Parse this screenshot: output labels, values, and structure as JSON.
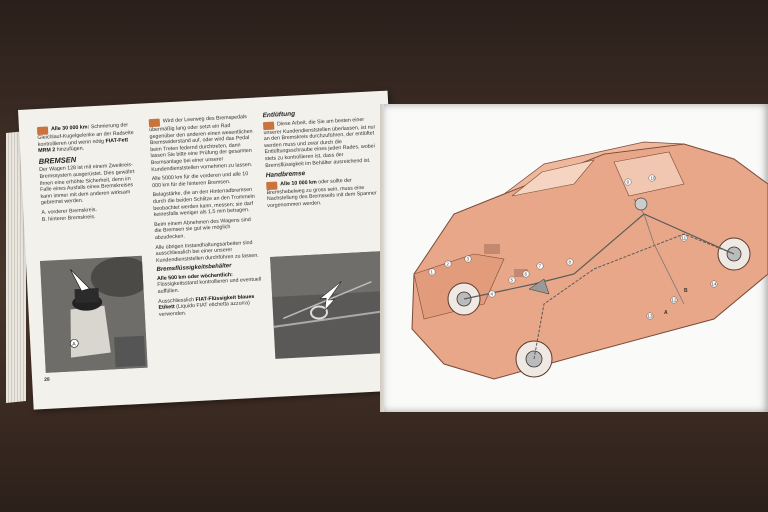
{
  "left_page": {
    "col1": {
      "intro_bold": "Alle 30 000 km:",
      "intro_text": "Schmierung der Gleichlauf-Kugelgelenke an der Radseite kontrollieren und wenn nötig",
      "intro_fett": "FIAT-Fett MRM 2",
      "intro_tail": "hinzufügen.",
      "heading": "BREMSEN",
      "para": "Der Wagen 128 ist mit einem Zweikreis-Bremssystem ausgerüstet. Dies gewährt Ihnen eine erhöhte Sicherheit, denn im Falle eines Ausfalls eines Bremskreises kann immer mit dem anderen wirksam gebremst werden.",
      "item_a": "A. vorderer Bremskreis.",
      "item_b": "B. hinterer Bremskreis.",
      "page_number": "28",
      "photo_label": "A"
    },
    "col2": {
      "para1": "Wird der Leerweg des Bremspedals übermäßig lang oder setzt ein Rad gegenüber den anderen einen wesentlichen Bremswiderstand auf, oder wird das Pedal beim Treten federnd durchtreten, dann lassen Sie bitte eine Prüfung der gesamten Bremsanlage bei einer unserer Kundendienststellen vornehmen zu lassen.",
      "para2": "Alle 5000 km für die vorderen und alle 10 000 km für die hinteren Bremsen.",
      "para3": "Belagstärke, die an den Hinterradbremsen durch die beiden Schlitze an den Trommeln beobachtet werden kann, messen; sie darf keinesfalls weniger als 1,5 mm betragen.",
      "para4": "Beim einem Abnehmen des Wagens sind die Bremsen sie gut wie möglich abzudecken.",
      "para5": "Alle übrigen Instandhaltungsarbeiten sind ausschliesslich bei einer unserer Kundendienststellen durchführen zu lassen.",
      "subheading": "Bremsflüssigkeitsbehälter",
      "para6_bold": "Alle 500 km oder wöchentlich:",
      "para6": "Flüssigkeitsstand kontrollieren und eventuell auffüllen.",
      "para7": "Ausschliesslich",
      "para7_bold": "FIAT-Flüssigkeit blaues Etikett",
      "para7_tail": "(Liquido FIAT etichetta azzurra) verwenden."
    },
    "col3": {
      "heading": "Entlüftung",
      "para1": "Diese Arbeit, die Sie am besten einer unserer Kundendienststellen überlassen, ist nur an den Bremskreis durchzuführen, der entlüftet werden muss und zwar durch die Entlüftungsschraube eines jeden Rades, wobei stets zu kontrollieren ist, dass der Bremsflüssigkeit im Behälter ausreichend ist.",
      "heading2": "Handbremse",
      "para2_bold": "Alle 10 000 km",
      "para2": "oder sollte der Bremshebelweg zu gross sein, muss eine Nachstellung des Bremsseils mit dem Spanner vorgenommen werden."
    }
  },
  "right_page": {
    "callouts": [
      "1",
      "2",
      "3",
      "4",
      "5",
      "6",
      "7",
      "8",
      "9",
      "10",
      "11",
      "12",
      "13",
      "14"
    ],
    "figure_label_a": "A",
    "figure_label_b": "B"
  },
  "colors": {
    "badge": "#c9733d",
    "car_fill": "#e8a788",
    "car_stroke": "#7a4a3a",
    "page": "#f3f1ec"
  }
}
